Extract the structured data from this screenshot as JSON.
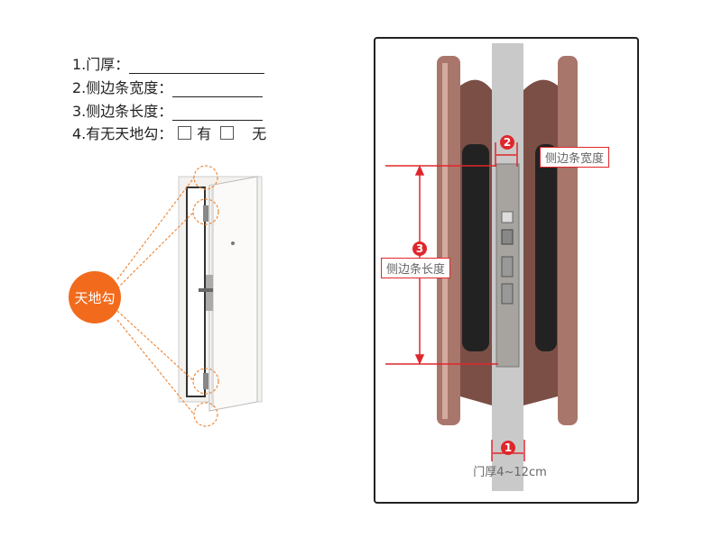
{
  "form": {
    "q1": "1.门厚：",
    "q2": "2.侧边条宽度：",
    "q3": "3.侧边条长度：",
    "q4": "4.有无天地勾：",
    "opt_yes": "有",
    "opt_no": "无"
  },
  "door": {
    "badge": "天地勾",
    "badge_color": "#f26b1d"
  },
  "lock": {
    "n1": "1",
    "n2": "2",
    "n3": "3",
    "width_label": "侧边条宽度",
    "length_label": "侧边条长度",
    "thickness_text": "门厚4~12cm",
    "accent": "#e0262b"
  }
}
